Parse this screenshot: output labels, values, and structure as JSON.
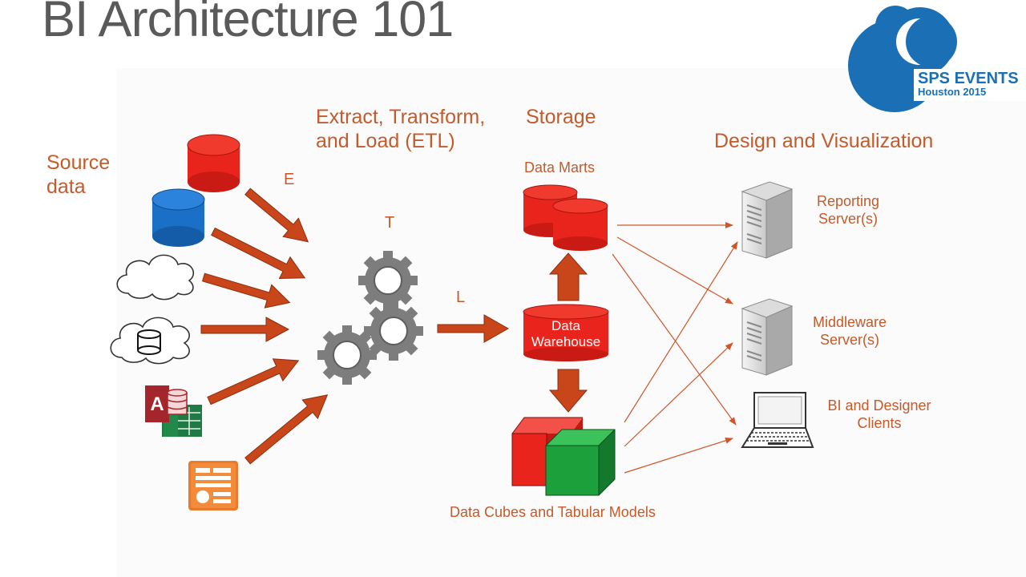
{
  "title": "BI Architecture 101",
  "logo": {
    "line1": "SPS EVENTS",
    "line2": "Houston 2015",
    "color": "#1b6fb5"
  },
  "sections": {
    "source": "Source\ndata",
    "etl": "Extract, Transform,\nand Load (ETL)",
    "storage": "Storage",
    "design": "Design and Visualization"
  },
  "steps": {
    "extract": "E",
    "transform": "T",
    "load": "L"
  },
  "storage": {
    "data_marts": "Data Marts",
    "data_warehouse": "Data\nWarehouse",
    "cubes": "Data Cubes and Tabular Models"
  },
  "targets": {
    "reporting": "Reporting\nServer(s)",
    "middleware": "Middleware\nServer(s)",
    "clients": "BI and Designer\nClients"
  },
  "colors": {
    "label": "#c55a2a",
    "arrow": "#c8461a",
    "db_red": "#e8241c",
    "db_blue": "#1a6fc7",
    "cube_green": "#1ba03c",
    "gear": "#7d7d7d"
  }
}
